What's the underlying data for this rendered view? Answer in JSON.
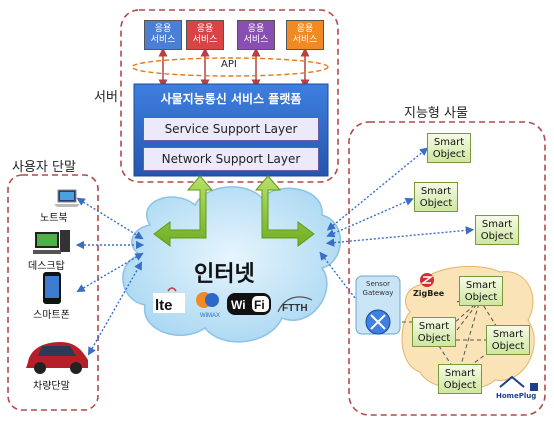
{
  "server_label": "서버",
  "api_label": "API",
  "service_boxes": [
    {
      "line1": "응용",
      "line2": "서비스",
      "color": "#4a7fd4"
    },
    {
      "line1": "응용",
      "line2": "서비스",
      "color": "#d64646"
    },
    {
      "line1": "응용",
      "line2": "서비스",
      "color": "#8a4fb3"
    },
    {
      "line1": "응용",
      "line2": "서비스",
      "color": "#f08a24"
    }
  ],
  "platform": {
    "title": "사물지능통신 서비스 플랫폼",
    "layers": [
      "Service Support Layer",
      "Network Support Layer"
    ]
  },
  "user_terminals": {
    "title": "사용자 단말",
    "items": [
      "노트북",
      "데스크탑",
      "스마트폰",
      "차량단말"
    ]
  },
  "internet": {
    "label": "인터넷",
    "logos": [
      "lte",
      "WiMAX",
      "WiFi",
      "FTTH"
    ]
  },
  "smart_things": {
    "title": "지능형 사물",
    "object_line1": "Smart",
    "object_line2": "Object",
    "gateway_line1": "Sensor",
    "gateway_line2": "Gateway",
    "zigbee": "ZigBee",
    "homeplug": "HomePlug"
  },
  "colors": {
    "dashed_border": "#b04a4a",
    "platform_blue": "#2f67c6",
    "arrow_green": "#8dc63f",
    "cloud": "#bfe3f7",
    "arrow_dotted": "#3a6ec6"
  }
}
